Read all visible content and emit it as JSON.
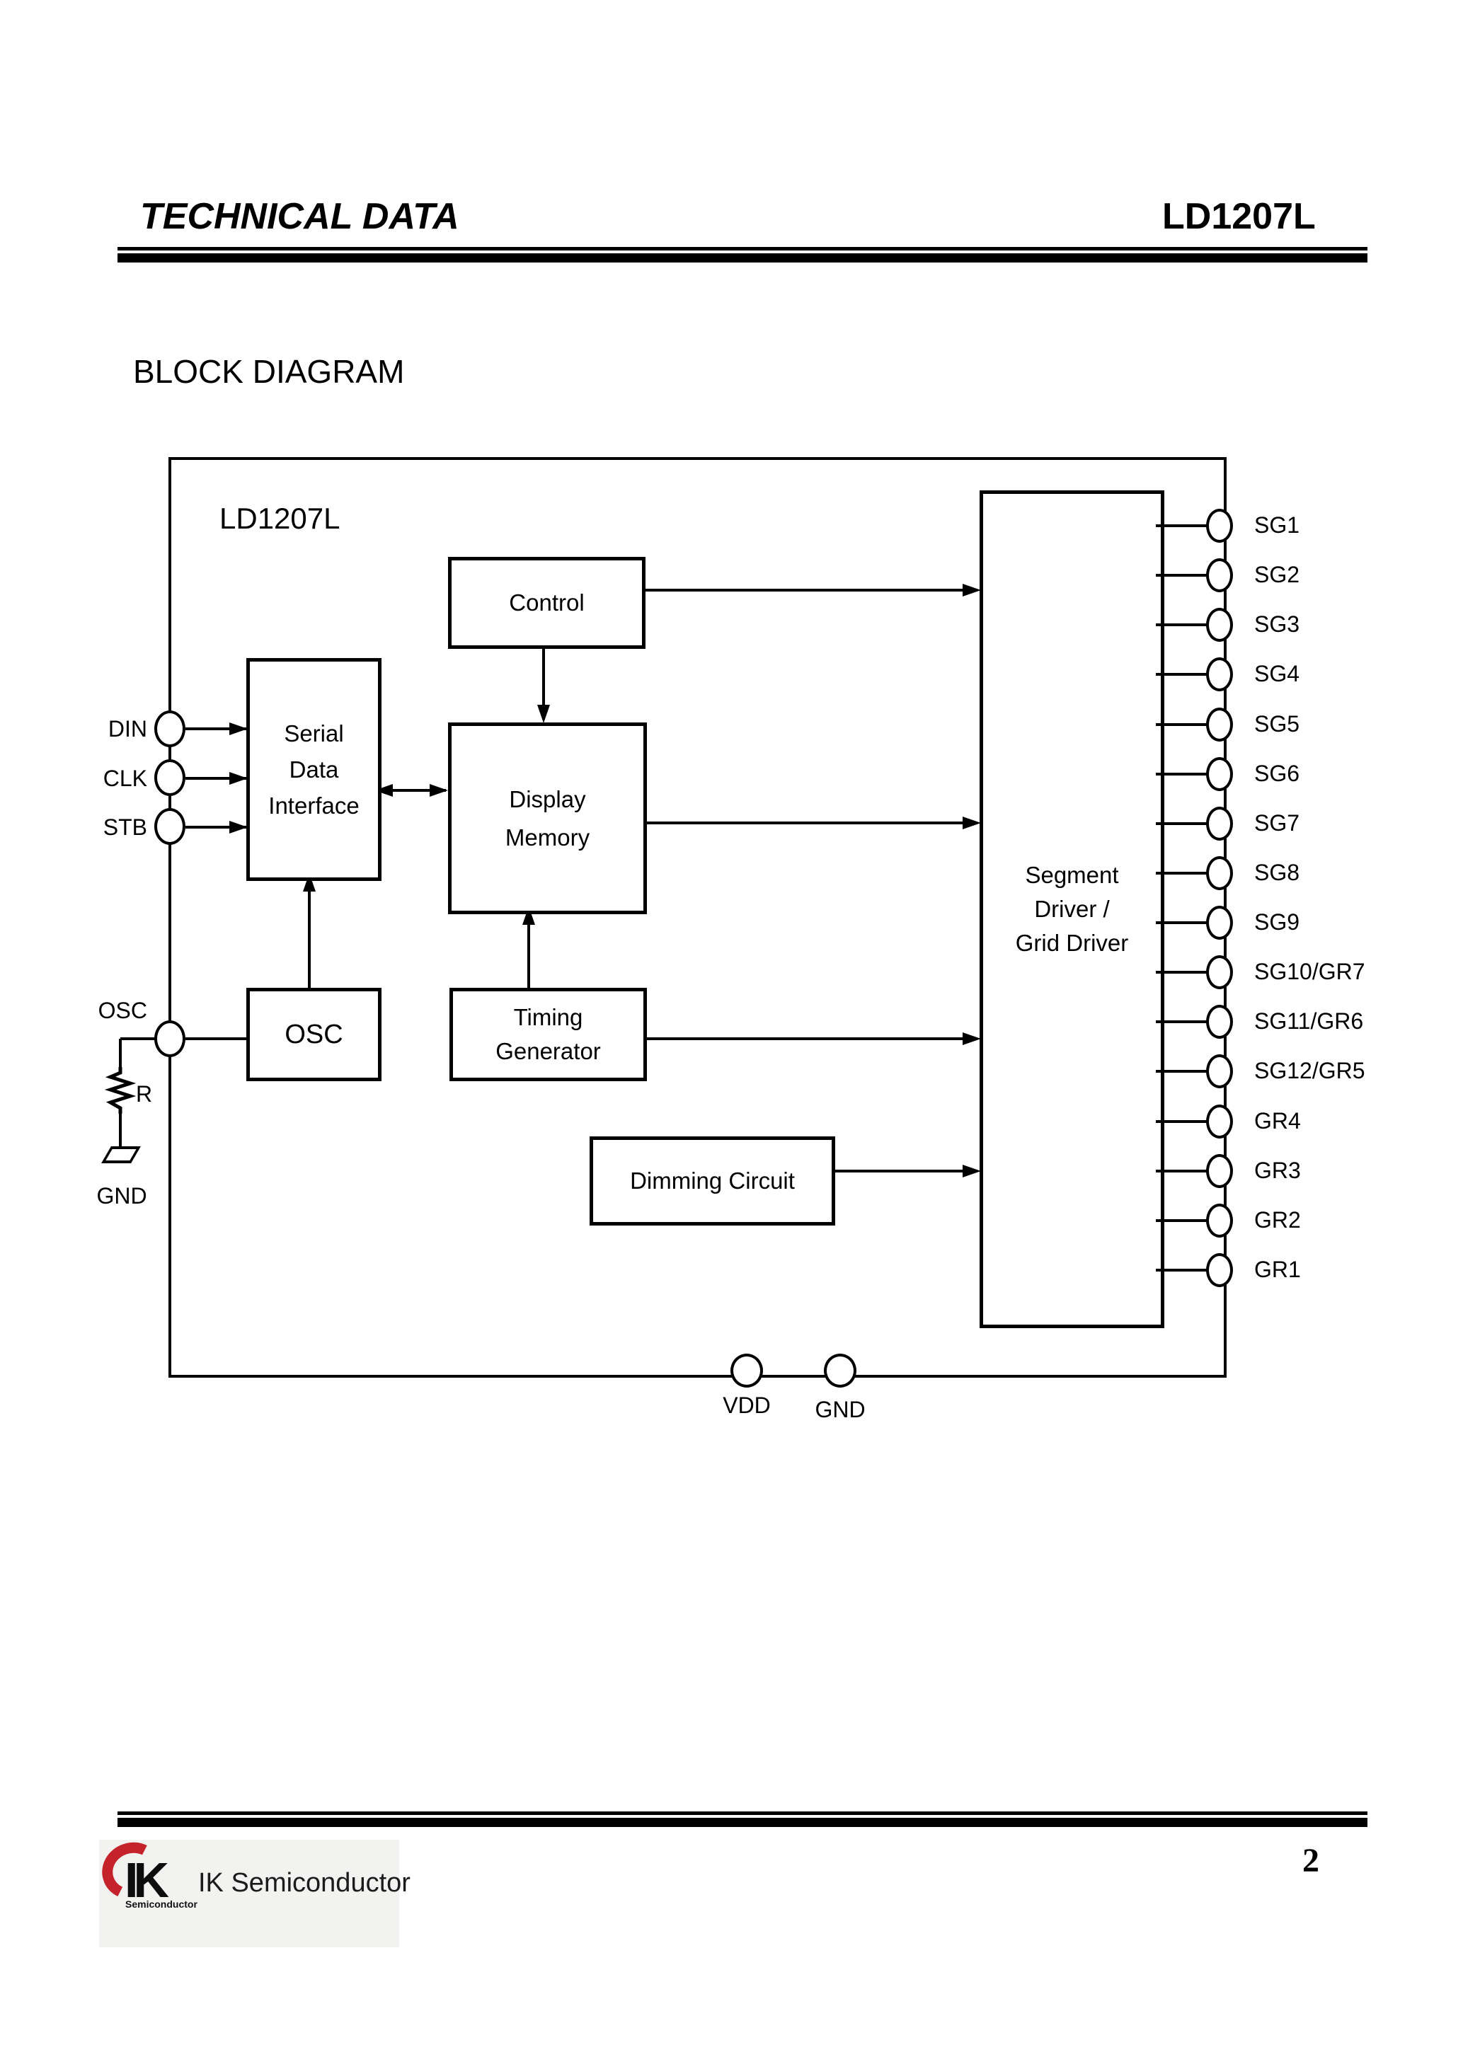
{
  "header": {
    "title": "TECHNICAL DATA",
    "part": "LD1207L"
  },
  "section": {
    "title": "BLOCK DIAGRAM"
  },
  "diagram": {
    "chip_label": "LD1207L",
    "blocks": {
      "control": {
        "label": "Control"
      },
      "serial_data_interface": {
        "lines": [
          "Serial",
          "Data",
          "Interface"
        ]
      },
      "display_memory": {
        "lines": [
          "Display",
          "Memory"
        ]
      },
      "osc": {
        "label": "OSC"
      },
      "timing_generator": {
        "lines": [
          "Timing",
          "Generator"
        ]
      },
      "dimming_circuit": {
        "label": "Dimming Circuit"
      },
      "segment_driver": {
        "lines": [
          "Segment",
          "Driver /",
          "Grid Driver"
        ]
      }
    },
    "left_pins": [
      {
        "label": "DIN"
      },
      {
        "label": "CLK"
      },
      {
        "label": "STB"
      },
      {
        "label": "OSC"
      }
    ],
    "resistor_label": "R",
    "ground_label": "GND",
    "right_pins": [
      "SG1",
      "SG2",
      "SG3",
      "SG4",
      "SG5",
      "SG6",
      "SG7",
      "SG8",
      "SG9",
      "SG10/GR7",
      "SG11/GR6",
      "SG12/GR5",
      "GR4",
      "GR3",
      "GR2",
      "GR1"
    ],
    "bottom_pins": [
      {
        "label": "VDD"
      },
      {
        "label": "GND"
      }
    ]
  },
  "footer": {
    "logo_mark": "IK",
    "logo_caption": "Semiconductor",
    "company": "IK Semiconductor",
    "page_number": "2",
    "logo_red": "#c5232b"
  }
}
